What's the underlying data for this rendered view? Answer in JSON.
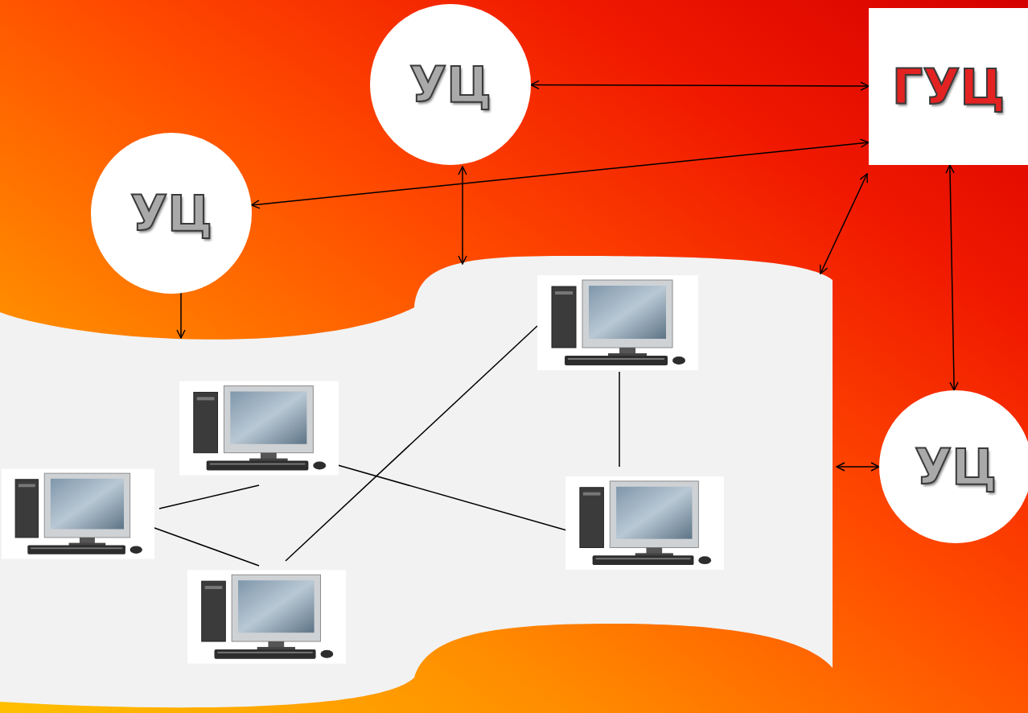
{
  "diagram": {
    "nodes": [
      {
        "text": [
          "УЦ"
        ]
      },
      {
        "text": [
          "ГУЦ"
        ]
      },
      {
        "text": [
          "УЦ"
        ]
      },
      {
        "text": [
          "УЦ"
        ]
      }
    ],
    "edges": [
      {
        "from": 0,
        "to": 1,
        "arrow": "both"
      },
      {
        "from": 2,
        "to": 1,
        "arrow": "both"
      },
      {
        "from": 1,
        "to": 3,
        "arrow": "both"
      }
    ]
  }
}
